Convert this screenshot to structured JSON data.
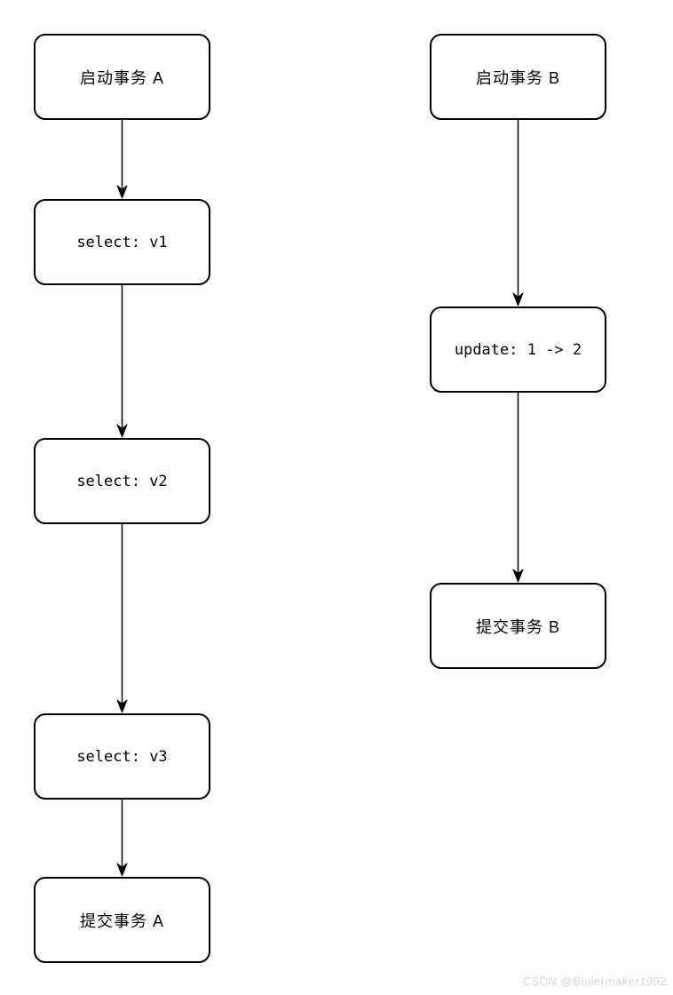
{
  "diagram": {
    "lanes": [
      {
        "id": "transaction-a",
        "nodes": [
          {
            "label": "启动事务 A"
          },
          {
            "label": "select: v1"
          },
          {
            "label": "select: v2"
          },
          {
            "label": "select: v3"
          },
          {
            "label": "提交事务 A"
          }
        ]
      },
      {
        "id": "transaction-b",
        "nodes": [
          {
            "label": "启动事务 B"
          },
          {
            "label": "update: 1 -> 2"
          },
          {
            "label": "提交事务 B"
          }
        ]
      }
    ]
  },
  "watermark": {
    "text": "CSDN @Boilermaker1992"
  },
  "colors": {
    "background": "#ffffff",
    "node_fill": "#ffffff",
    "node_border": "#000000",
    "node_text": "#000000",
    "arrow": "#000000",
    "watermark_text": "#d6d6d6"
  }
}
